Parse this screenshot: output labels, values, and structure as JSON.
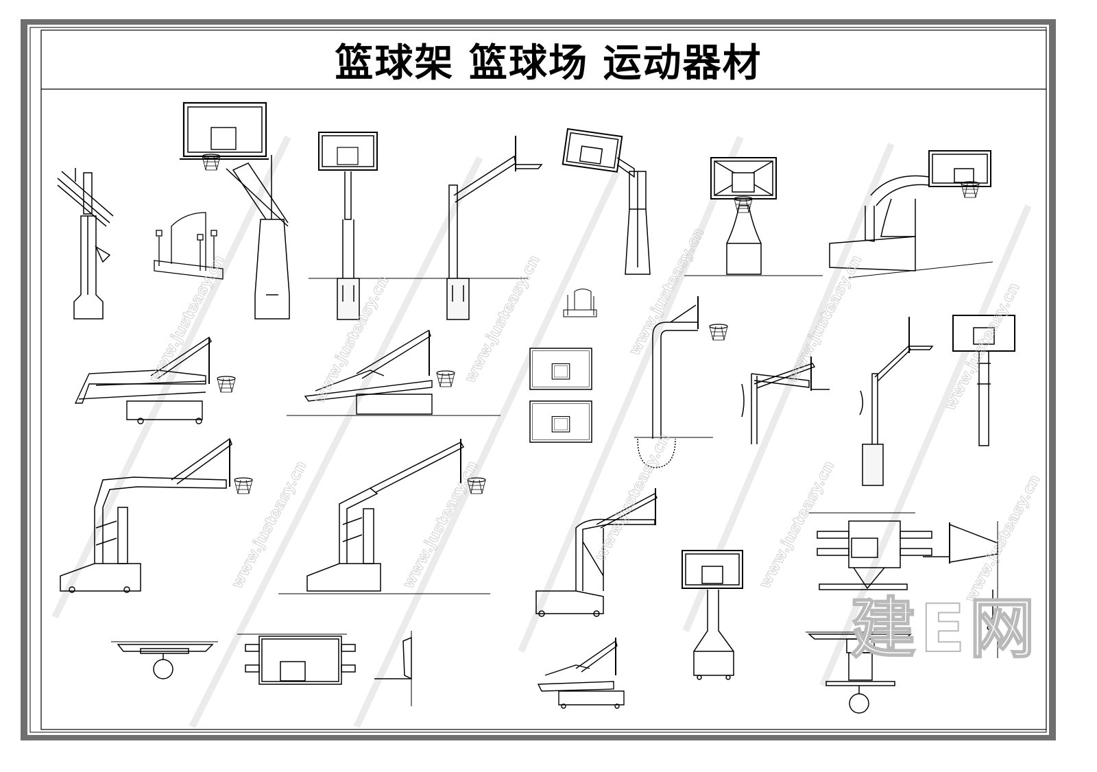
{
  "title": "篮球架  篮球场  运动器材",
  "brand_mark": "建E网",
  "watermark_text": "www.justeasy.cn",
  "colors": {
    "frame": "#6f6f6f",
    "line": "#000000",
    "watermark": "#c8c8c8"
  }
}
